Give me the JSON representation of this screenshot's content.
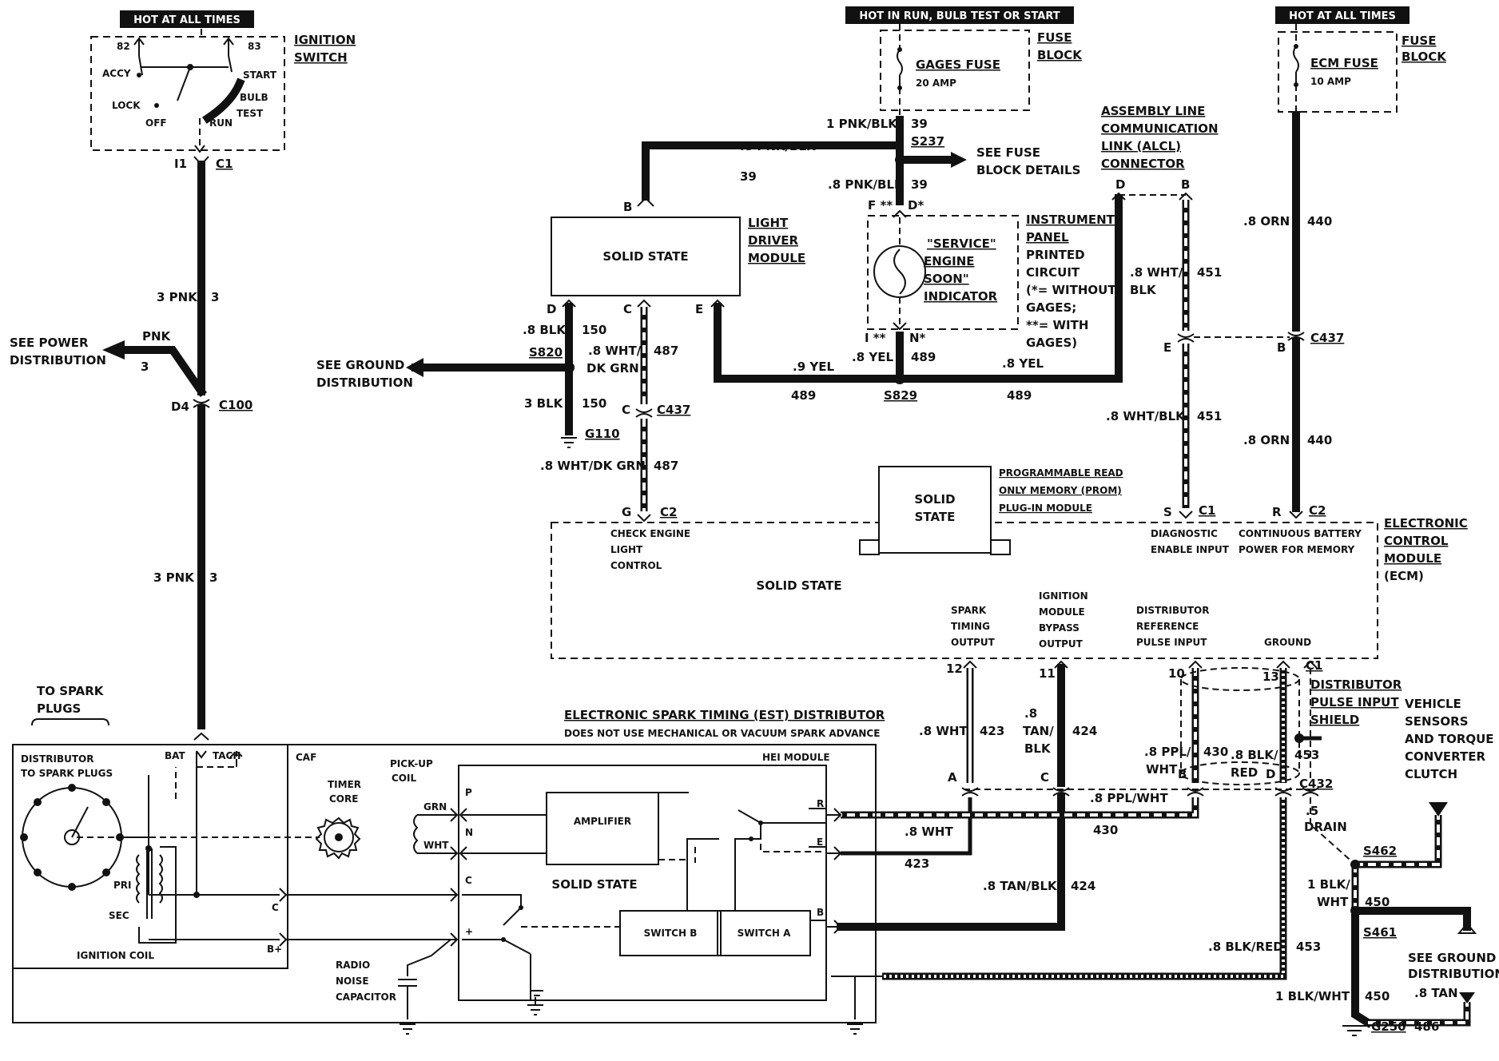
{
  "headers": {
    "hot_left": "HOT AT ALL TIMES",
    "hot_run": "HOT IN RUN, BULB TEST OR START",
    "hot_right": "HOT AT ALL TIMES"
  },
  "ignition_switch": {
    "title1": "IGNITION",
    "title2": "SWITCH",
    "term_82": "82",
    "term_83": "83",
    "accy": "ACCY",
    "lock": "LOCK",
    "off": "OFF",
    "run": "RUN",
    "start": "START",
    "bulb": "BULB",
    "test": "TEST",
    "pin": "I1",
    "conn": "C1"
  },
  "left_wiring": {
    "pnk1": "3 PNK",
    "num1": "3",
    "pnk_branch": "PNK",
    "num_branch": "3",
    "see_power1": "SEE POWER",
    "see_power2": "DISTRIBUTION",
    "d4": "D4",
    "c100": "C100",
    "pnk2": "3 PNK",
    "num2": "3",
    "to_spark1": "TO SPARK",
    "to_spark2": "PLUGS"
  },
  "fuse_gages": {
    "name": "GAGES FUSE",
    "amp": "20 AMP",
    "block1": "FUSE",
    "block2": "BLOCK",
    "w1": "1 PNK/BLK",
    "n1": "39",
    "splice": "S237",
    "see_fuse1": "SEE FUSE",
    "see_fuse2": "BLOCK DETAILS",
    "w2": ".8 PNK/BLK",
    "n2": "39",
    "w3": ".8 PNK/BLK",
    "n3": "39",
    "f": "F **",
    "d": "D*"
  },
  "ldm": {
    "b": "B",
    "body": "SOLID STATE",
    "t1": "LIGHT",
    "t2": "DRIVER",
    "t3": "MODULE",
    "d": "D",
    "c": "C",
    "e": "E"
  },
  "ground_mid": {
    "blk1": ".8 BLK",
    "n1": "150",
    "see1": "SEE GROUND",
    "see2": "DISTRIBUTION",
    "s820": "S820",
    "blk2": "3 BLK",
    "n2": "150",
    "g110": "G110"
  },
  "wht_dkgrn": {
    "w1a": ".8 WHT/",
    "w1b": "DK GRN",
    "n1": "487",
    "c": "C",
    "c437": "C437",
    "w2": ".8 WHT/DK GRN",
    "n2": "487",
    "g": "G",
    "c2": "C2"
  },
  "indicator": {
    "l1": "\"SERVICE\"",
    "l2": "ENGINE",
    "l3": "SOON\"",
    "l4": "INDICATOR",
    "p1": "INSTRUMENT",
    "p2": "PANEL",
    "p3": "PRINTED",
    "p4": "CIRCUIT",
    "p5": "(*= WITHOUT",
    "p6": "GAGES;",
    "p7": "**= WITH",
    "p8": "GAGES)",
    "i": "I **",
    "n": "N*"
  },
  "yel": {
    "w1": ".9 YEL",
    "n1": "489",
    "w2": ".8 YEL",
    "n2": "489",
    "w3": ".8 YEL",
    "n3": "489",
    "s829": "S829"
  },
  "alcl": {
    "t1": "ASSEMBLY LINE",
    "t2": "COMMUNICATION",
    "t3": "LINK (ALCL)",
    "t4": "CONNECTOR",
    "d": "D",
    "b": "B",
    "w1a": ".8 WHT/",
    "w1b": "BLK",
    "n1": "451",
    "e": "E",
    "w2": ".8 WHT/BLK",
    "n2": "451",
    "s": "S",
    "c1": "C1"
  },
  "ecm_fuse": {
    "name": "ECM FUSE",
    "amp": "10 AMP",
    "block1": "FUSE",
    "block2": "BLOCK",
    "w1": ".8 ORN",
    "n1": "440",
    "b": "B",
    "c437": "C437",
    "w2": ".8 ORN",
    "n2": "440",
    "r": "R",
    "c2": "C2"
  },
  "prom": {
    "s1": "SOLID",
    "s2": "STATE",
    "t1": "PROGRAMMABLE READ",
    "t2": "ONLY MEMORY (PROM)",
    "t3": "PLUG-IN MODULE"
  },
  "ecm": {
    "check1": "CHECK ENGINE",
    "check2": "LIGHT",
    "check3": "CONTROL",
    "diag1": "DIAGNOSTIC",
    "diag2": "ENABLE INPUT",
    "cont1": "CONTINUOUS BATTERY",
    "cont2": "POWER FOR MEMORY",
    "t1": "ELECTRONIC",
    "t2": "CONTROL",
    "t3": "MODULE",
    "t4": "(ECM)",
    "body": "SOLID STATE",
    "spark1": "SPARK",
    "spark2": "TIMING",
    "spark3": "OUTPUT",
    "ign1": "IGNITION",
    "ign2": "MODULE",
    "ign3": "BYPASS",
    "ign4": "OUTPUT",
    "dist1": "DISTRIBUTOR",
    "dist2": "REFERENCE",
    "dist3": "PULSE INPUT",
    "ground": "GROUND",
    "p12": "12",
    "p11": "11",
    "p10": "10",
    "p13": "13",
    "c1": "C1"
  },
  "right_wires": {
    "w423": ".8 WHT",
    "n423": "423",
    "w424a": ".8",
    "w424b": "TAN/",
    "w424c": "BLK",
    "n424": "424",
    "w430a": ".8 PPL/",
    "w430b": "WHT",
    "n430": "430",
    "w453a": ".8 BLK/",
    "w453b": "RED",
    "n453": "453",
    "a": "A",
    "c": "C",
    "b": "B",
    "d": "D",
    "c432": "C432",
    "shield1": "DISTRIBUTOR",
    "shield2": "PULSE INPUT",
    "shield3": "SHIELD",
    "vs1": "VEHICLE",
    "vs2": "SENSORS",
    "vs3": "AND TORQUE",
    "vs4": "CONVERTER",
    "vs5": "CLUTCH",
    "ppl_wht": ".8 PPL/WHT",
    "n430b": "430",
    "wht2": ".8 WHT",
    "n423b": "423",
    "tanblk": ".8 TAN/BLK",
    "n424b": "424",
    "blkred": ".8 BLK/RED",
    "n453b": "453",
    "drain1": ".5",
    "drain2": "DRAIN",
    "s462": "S462",
    "bw1a": "1 BLK/",
    "bw1b": "WHT",
    "n450": "450",
    "s461": "S461",
    "see1": "SEE GROUND",
    "see2": "DISTRIBUTION",
    "bw2": "1 BLK/WHT",
    "n450b": "450",
    "tan": ".8 TAN",
    "g250": "G250",
    "n486": "486"
  },
  "distributor": {
    "title": "ELECTRONIC SPARK TIMING (EST) DISTRIBUTOR",
    "subtitle": "DOES NOT USE MECHANICAL OR VACUUM SPARK ADVANCE",
    "d1": "DISTRIBUTOR",
    "d2": "TO SPARK PLUGS",
    "bat": "BAT",
    "tach": "TACH",
    "caf": "CAF",
    "timer1": "TIMER",
    "timer2": "CORE",
    "pick1": "PICK-UP",
    "pick2": "COIL",
    "grn": "GRN",
    "wht": "WHT",
    "hei": "HEI MODULE",
    "amp": "AMPLIFIER",
    "solid": "SOLID STATE",
    "sw_b": "SWITCH B",
    "sw_a": "SWITCH A",
    "pri": "PRI",
    "sec": "SEC",
    "coil": "IGNITION COIL",
    "c_term": "C",
    "b_plus": "B+",
    "p": "P",
    "n": "N",
    "c": "C",
    "plus": "+",
    "r": "R",
    "e": "E",
    "b": "B",
    "rad1": "RADIO",
    "rad2": "NOISE",
    "rad3": "CAPACITOR"
  }
}
